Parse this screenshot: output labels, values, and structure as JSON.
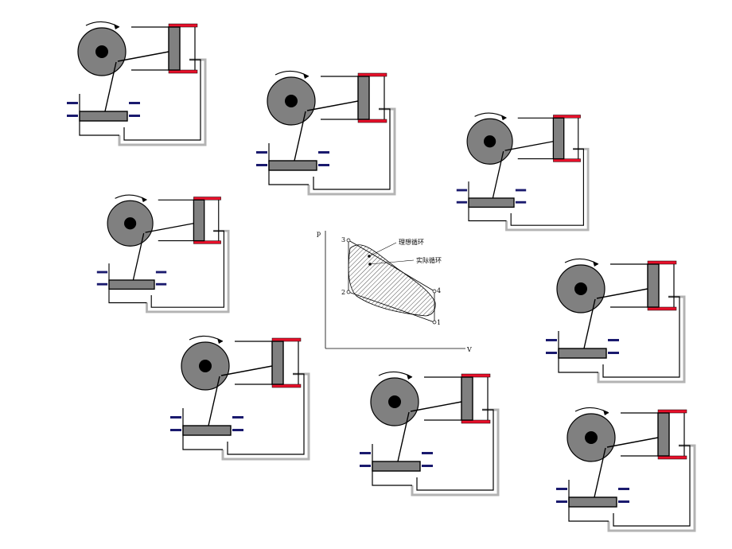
{
  "engines": [
    {
      "piston": "left"
    },
    {
      "piston": "left"
    },
    {
      "piston": "left"
    },
    {
      "piston": "left"
    },
    {
      "piston": "right"
    },
    {
      "piston": "left"
    },
    {
      "piston": "left"
    },
    {
      "piston": "left"
    }
  ],
  "colors": {
    "flywheel": "#808080",
    "hub": "#000000",
    "piston": "#808080",
    "port_red": "#e8102a",
    "port_blue": "#1a1a6e",
    "duct_gray": "#b3b3b3",
    "line": "#000000"
  },
  "pv_diagram": {
    "axis_p": "p",
    "axis_v": "V",
    "points": [
      "1",
      "2",
      "3",
      "4"
    ],
    "label_ideal": "理想循环",
    "label_actual": "实际循环"
  }
}
